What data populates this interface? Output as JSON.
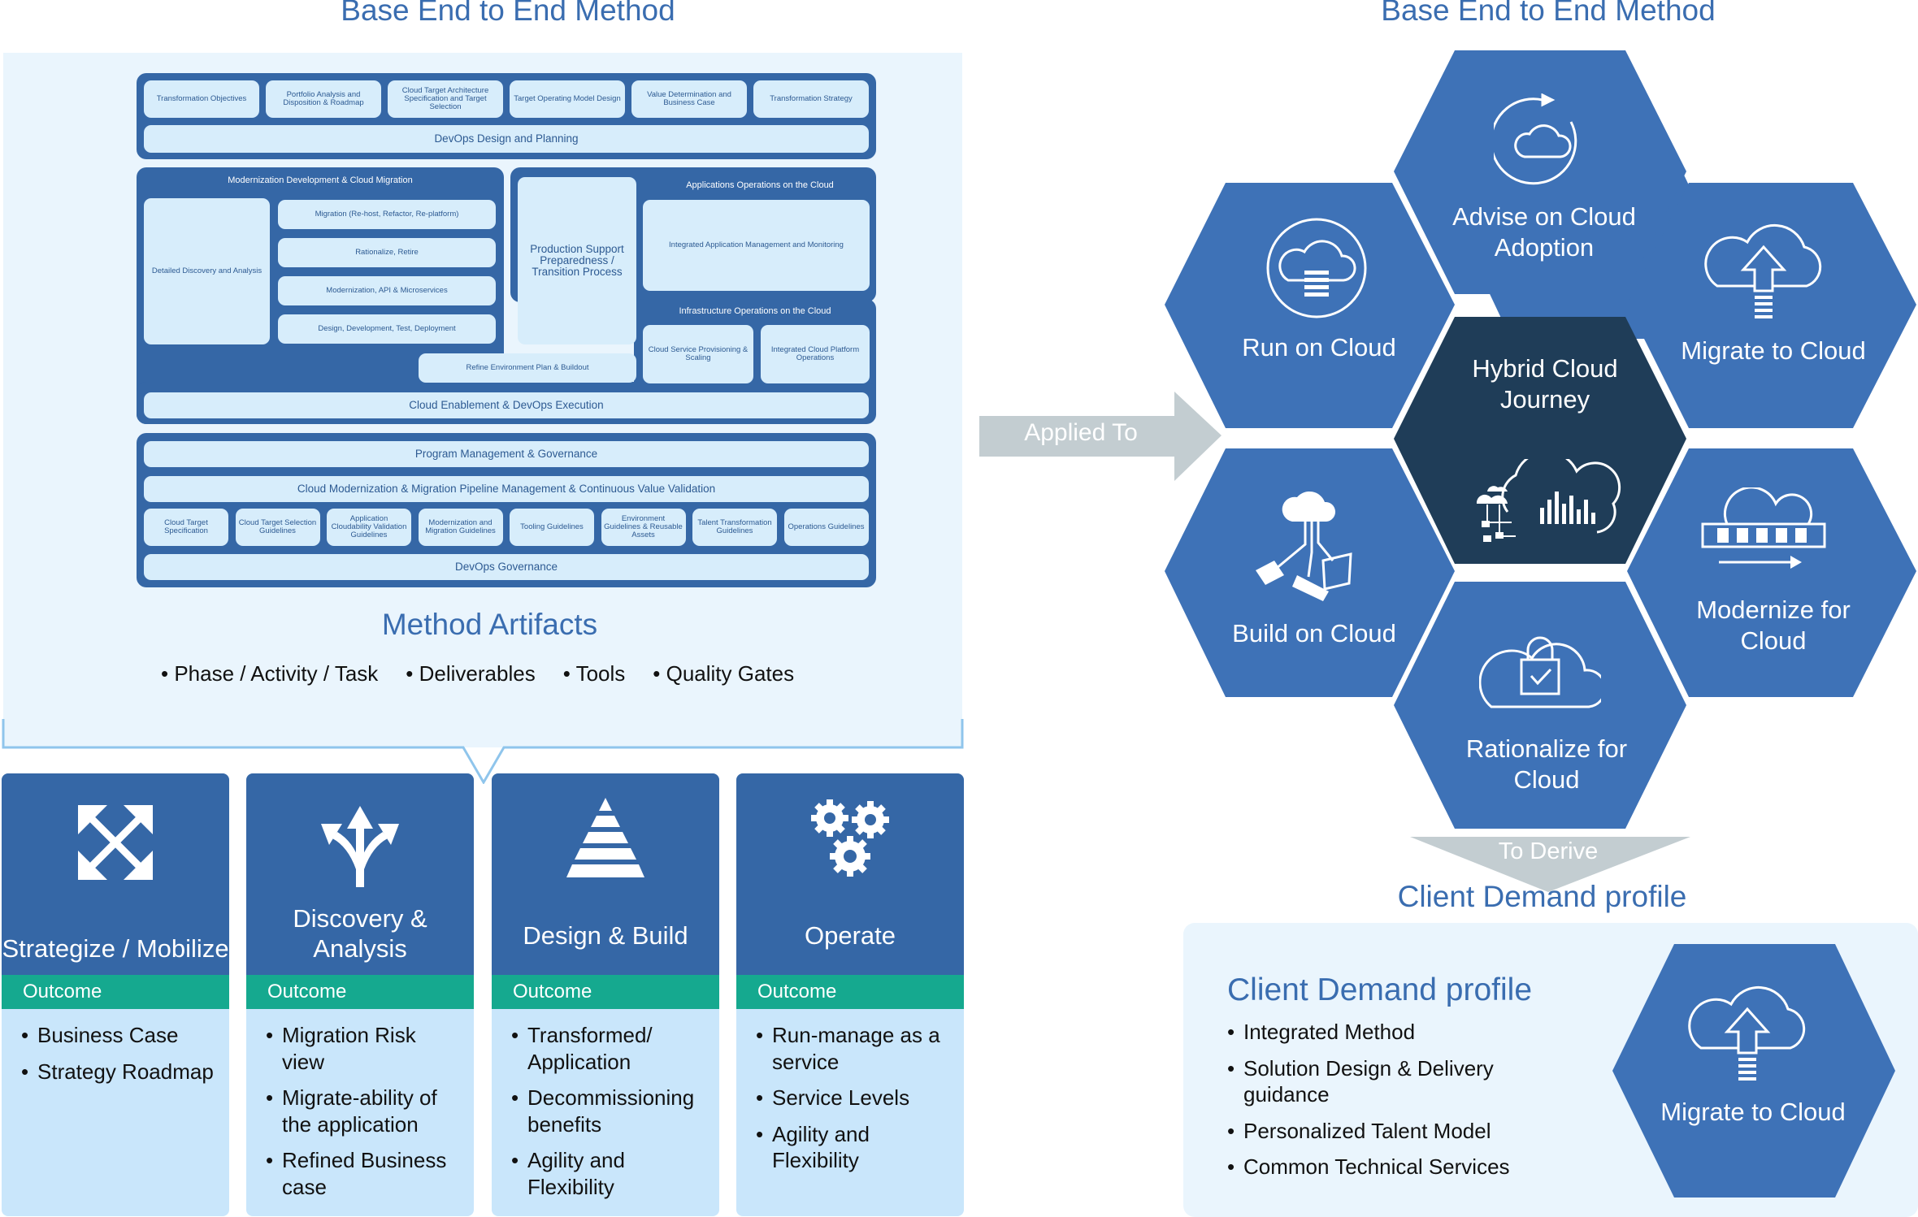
{
  "left_title": "Base End to End Method",
  "right_title": "Base End to End Method",
  "method": {
    "top_items": [
      "Transformation Objectives",
      "Portfolio Analysis and Disposition & Roadmap",
      "Cloud Target Architecture Specification and Target Selection",
      "Target Operating Model Design",
      "Value Determination and Business Case",
      "Transformation Strategy"
    ],
    "devops_design": "DevOps Design and Planning",
    "modernization_title": "Modernization Development & Cloud Migration",
    "detailed_discovery": "Detailed Discovery and Analysis",
    "mod_items": [
      "Migration (Re-host, Refactor, Re-platform)",
      "Rationalize, Retire",
      "Modernization, API & Microservices",
      "Design, Development, Test, Deployment"
    ],
    "production_support": "Production Support Preparedness / Transition Process",
    "apps_ops_title": "Applications Operations on the Cloud",
    "integrated_app_mgmt": "Integrated Application Management and Monitoring",
    "infra_ops_title": "Infrastructure Operations on the Cloud",
    "cloud_service": "Cloud Service Provisioning & Scaling",
    "integrated_platform": "Integrated Cloud Platform Operations",
    "refine_env": "Refine Environment Plan & Buildout",
    "cloud_enablement": "Cloud Enablement & DevOps Execution",
    "program_mgmt": "Program Management & Governance",
    "pipeline": "Cloud Modernization & Migration Pipeline Management & Continuous Value Validation",
    "guidelines": [
      "Cloud Target Specification",
      "Cloud Target Selection Guidelines",
      "Application Cloudability Validation Guidelines",
      "Modernization and Migration Guidelines",
      "Tooling Guidelines",
      "Environment Guidelines & Reusable Assets",
      "Talent Transformation Guidelines",
      "Operations Guidelines"
    ],
    "devops_governance": "DevOps Governance"
  },
  "artifacts": {
    "title": "Method Artifacts",
    "items": [
      "Phase / Activity / Task",
      "Deliverables",
      "Tools",
      "Quality Gates"
    ]
  },
  "phases": [
    {
      "icon": "expand-arrows-icon",
      "title": "Strategize / Mobilize",
      "outcome": "Outcome",
      "items": [
        "Business Case",
        "Strategy Roadmap"
      ]
    },
    {
      "icon": "diverging-arrows-icon",
      "title": "Discovery & Analysis",
      "outcome": "Outcome",
      "items": [
        "Migration Risk view",
        "Migrate-ability of the application",
        "Refined Business case"
      ]
    },
    {
      "icon": "pyramid-icon",
      "title": "Design & Build",
      "outcome": "Outcome",
      "items": [
        "Transformed/ Application",
        "Decommissioning benefits",
        "Agility and Flexibility"
      ]
    },
    {
      "icon": "gears-icon",
      "title": "Operate",
      "outcome": "Outcome",
      "items": [
        "Run-manage as a service",
        "Service Levels",
        "Agility and Flexibility"
      ]
    }
  ],
  "applied_to": "Applied To",
  "hexagons": {
    "center": "Hybrid Cloud Journey",
    "advise": "Advise on Cloud Adoption",
    "run": "Run on Cloud",
    "migrate": "Migrate to Cloud",
    "build": "Build on Cloud",
    "modernize": "Modernize for Cloud",
    "rationalize": "Rationalize for Cloud"
  },
  "to_derive": "To Derive",
  "client_demand_title": "Client Demand profile",
  "client_demand": {
    "title": "Client Demand profile",
    "items": [
      "Integrated Method",
      "Solution Design & Delivery guidance",
      "Personalized Talent Model",
      "Common Technical Services"
    ],
    "hex_label": "Migrate to Cloud"
  },
  "colors": {
    "blue": "#3567a6",
    "dark_navy": "#1f3d58",
    "light_blue": "#c9e6fb",
    "teal": "#15a98f",
    "panel": "#eaf5fd",
    "title_blue": "#3a6db0",
    "arrow_gray": "#c3cdd1"
  }
}
